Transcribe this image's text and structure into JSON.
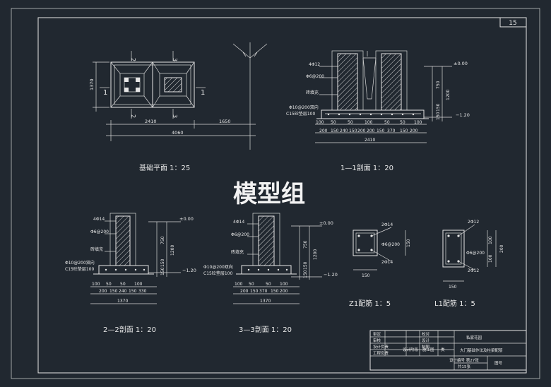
{
  "sheet": {
    "number": "15",
    "watermark": "模型组"
  },
  "plan": {
    "title": "基础平面 1：25",
    "section_markers": [
      "1",
      "1",
      "2",
      "2",
      "3",
      "3"
    ],
    "dims": {
      "height": "1370",
      "width": "2410",
      "offset": "1650",
      "total": "4060"
    }
  },
  "s11": {
    "title": "1—1剖面 1：20",
    "rebar": [
      "4Φ12",
      "Φ6@200",
      "砖填充",
      "Φ10@200双向",
      "C15砼垫层100"
    ],
    "levels": [
      "±0.00",
      "−1.20"
    ],
    "vert_dims": [
      "750",
      "1200",
      "150",
      "150"
    ],
    "bottom_dims": [
      "100",
      "50",
      "50",
      "100",
      "50",
      "50",
      "100"
    ],
    "bottom_dims2": [
      "200",
      "150",
      "240",
      "150",
      "200",
      "200",
      "150",
      "370",
      "150",
      "200"
    ],
    "total": "2410"
  },
  "s22": {
    "title": "2—2剖面 1：20",
    "rebar": [
      "4Φ14",
      "Φ6@200",
      "砖填充",
      "Φ10@200双向",
      "C15砼垫层100"
    ],
    "levels": [
      "±0.00",
      "−1.20"
    ],
    "vert_dims": [
      "750",
      "1200",
      "150",
      "150"
    ],
    "bottom_dims": [
      "100",
      "50",
      "50",
      "100"
    ],
    "bottom_dims2": [
      "200",
      "150",
      "240",
      "150",
      "330"
    ],
    "total": "1370"
  },
  "s33": {
    "title": "3—3剖面 1：20",
    "rebar": [
      "4Φ14",
      "Φ6@200",
      "砖填充",
      "Φ10@200双向",
      "C15砼垫层100"
    ],
    "levels": [
      "±0.00",
      "−1.20"
    ],
    "vert_dims": [
      "750",
      "1200",
      "150",
      "150"
    ],
    "bottom_dims": [
      "100",
      "50",
      "50",
      "100"
    ],
    "bottom_dims2": [
      "200",
      "150",
      "370",
      "150",
      "200"
    ],
    "total": "1370"
  },
  "z1": {
    "title": "Z1配筋 1：5",
    "labels": [
      "2Φ14",
      "Φ6@200",
      "2Φ14"
    ],
    "dims": [
      "150",
      "150"
    ]
  },
  "l1": {
    "title": "L1配筋 1：5",
    "labels": [
      "2Φ12",
      "Φ6@200",
      "2Φ12"
    ],
    "dims": [
      "100",
      "100",
      "200",
      "150"
    ]
  },
  "titleblock": {
    "project": "私家花园",
    "drawing": "大门基础作法及柱梁配筋",
    "roles": [
      "审定",
      "审核",
      "设计负责",
      "工程负责",
      "校对",
      "设计",
      "制图"
    ],
    "row_labels": [
      "校对",
      "设计",
      "设计阶段",
      "施工图",
      "类"
    ],
    "bottom_left": "设计编号 第27张",
    "bottom_mid": "共15张",
    "bottom_right": "图号"
  }
}
